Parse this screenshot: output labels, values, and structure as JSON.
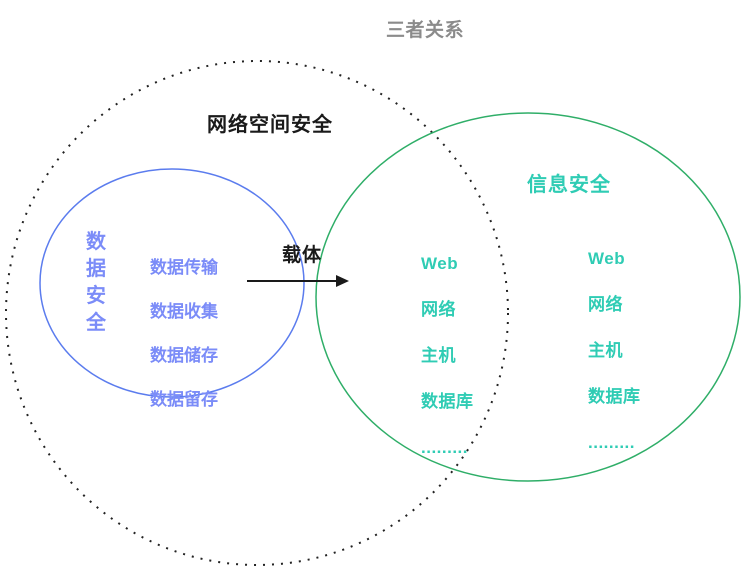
{
  "title": "三者关系",
  "colors": {
    "title_gray": "#8b8b8b",
    "text_dark": "#1a1a1a",
    "data_security_blue": "#7b8cf8",
    "blue_circle_stroke": "#5b7cee",
    "green_circle_stroke": "#2fae68",
    "info_security_teal": "#2fccb4",
    "dotted_circle": "#222222",
    "arrow": "#1a1a1a"
  },
  "cyberspace_security": {
    "label": "网络空间安全"
  },
  "data_security": {
    "label": "数据安全",
    "items": [
      "数据传输",
      "数据收集",
      "数据储存",
      "数据留存"
    ]
  },
  "carrier": {
    "label": "载体"
  },
  "info_security": {
    "label": "信息安全",
    "overlap_items": [
      "Web",
      "网络",
      "主机",
      "数据库",
      "........."
    ],
    "outer_items": [
      "Web",
      "网络",
      "主机",
      "数据库",
      "........."
    ]
  }
}
